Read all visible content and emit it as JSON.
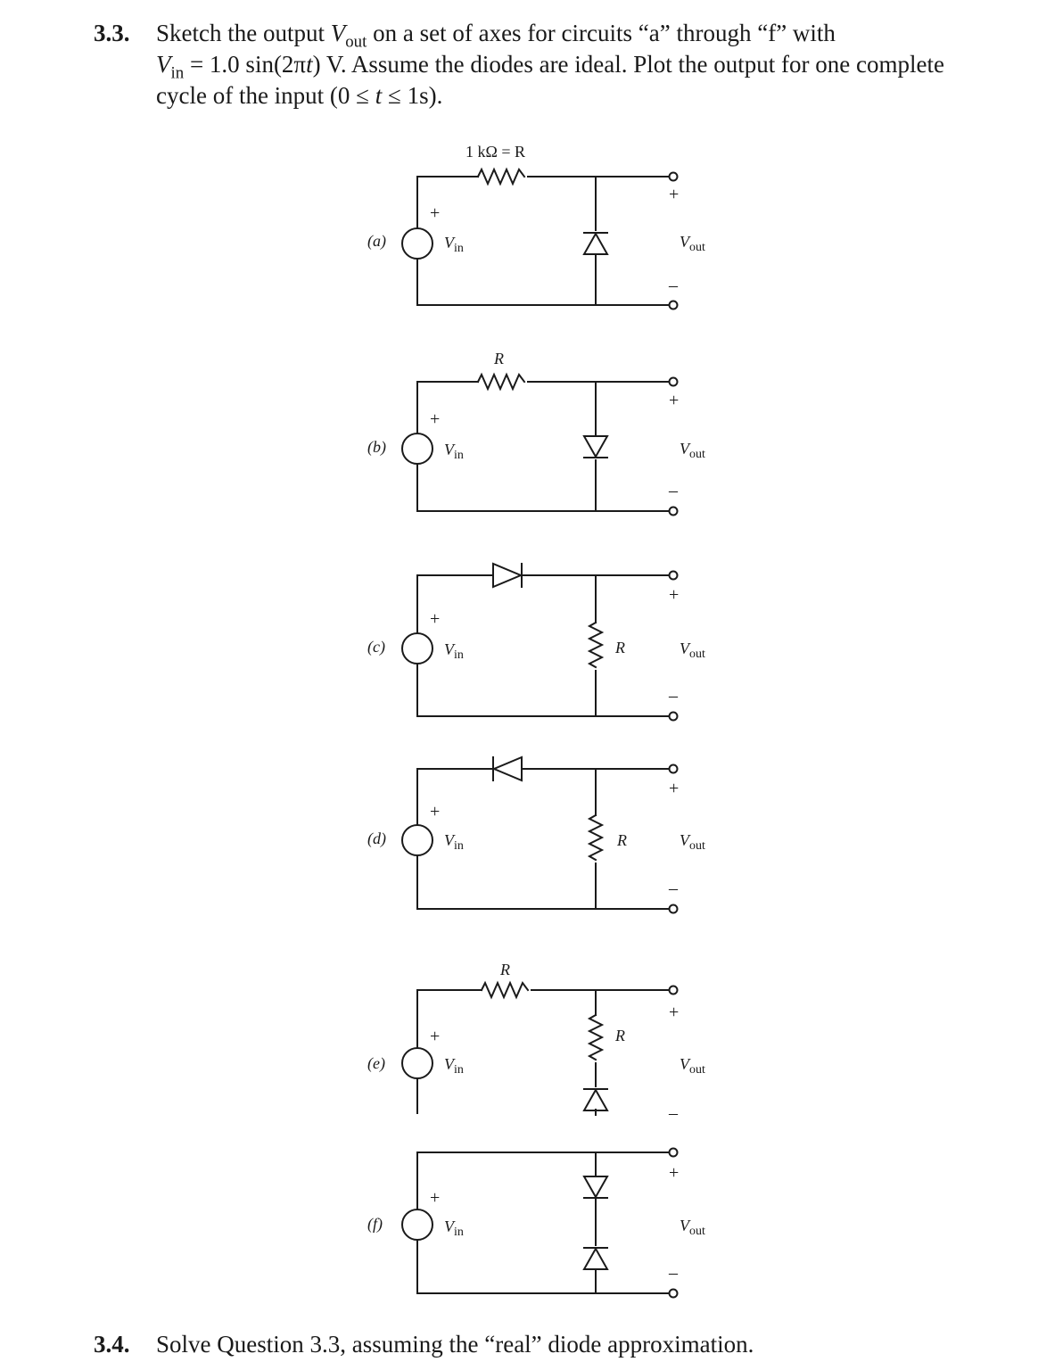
{
  "problem_3_3": {
    "number": "3.3.",
    "line1_a": "Sketch the output ",
    "line1_var": "V",
    "line1_sub": "out",
    "line1_b": " on a set of axes for circuits “a” through “f” with",
    "line2_var": "V",
    "line2_sub": "in",
    "line2_eq": " = 1.0 sin(2π",
    "line2_t": "t",
    "line2_b": ") V. Assume the diodes are ideal. Plot the output for one complete",
    "line3_a": "cycle of the input (0 ≤ ",
    "line3_t": "t",
    "line3_b": " ≤ 1s)."
  },
  "problem_3_4": {
    "number": "3.4.",
    "text": "Solve Question 3.3, assuming the “real” diode approximation."
  },
  "circuits": {
    "a": {
      "label": "(a)",
      "resistor": "1 kΩ = R"
    },
    "b": {
      "label": "(b)",
      "resistor": "R"
    },
    "c": {
      "label": "(c)",
      "resistor": "R"
    },
    "d": {
      "label": "(d)",
      "resistor": "R"
    },
    "e": {
      "label": "(e)",
      "series_resistor": "R",
      "shunt_resistor": "R"
    },
    "f": {
      "label": "(f)"
    }
  },
  "common": {
    "plus": "+",
    "minus": "–",
    "v": "V",
    "in": "in",
    "out": "out"
  }
}
